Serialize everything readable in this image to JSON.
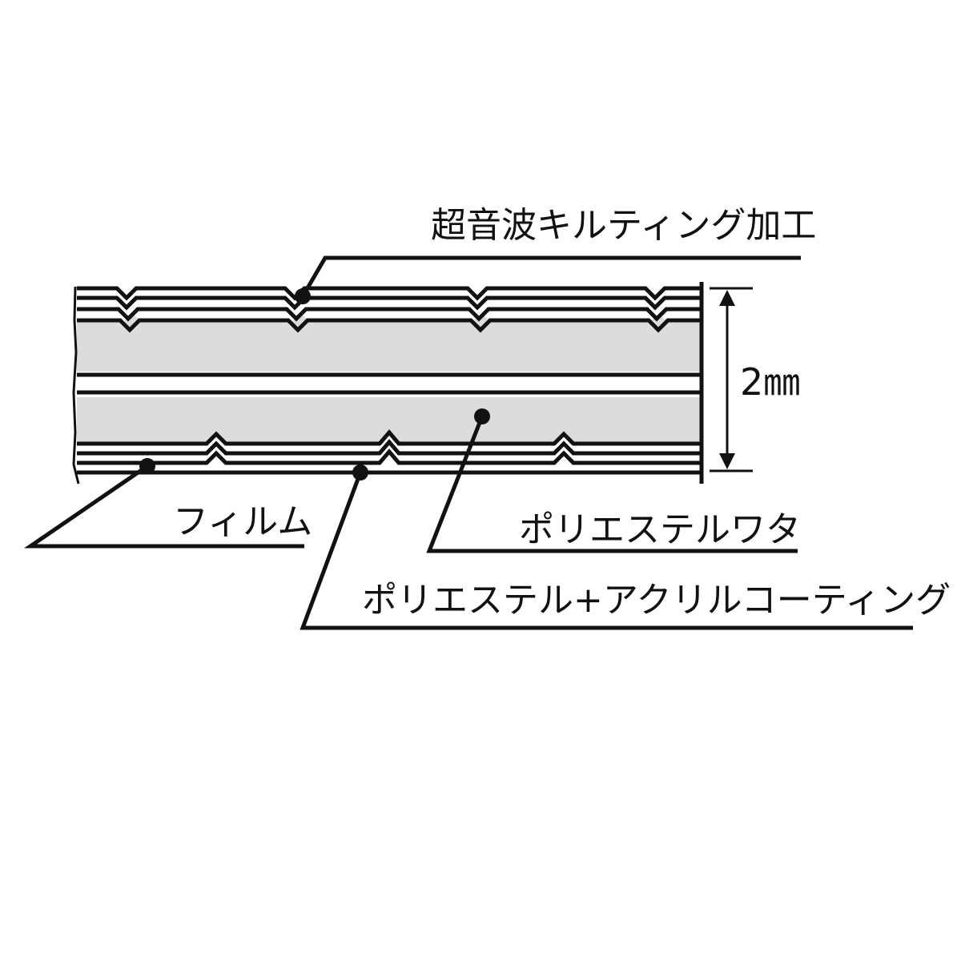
{
  "labels": {
    "quilting": "超音波キルティング加工",
    "film": "フィルム",
    "batting": "ポリエステルワタ",
    "coating": "ポリエステル+アクリルコーティング",
    "thickness": "2㎜"
  },
  "colors": {
    "line": "#111111",
    "fill": "#dcdcdc",
    "background": "#ffffff"
  }
}
